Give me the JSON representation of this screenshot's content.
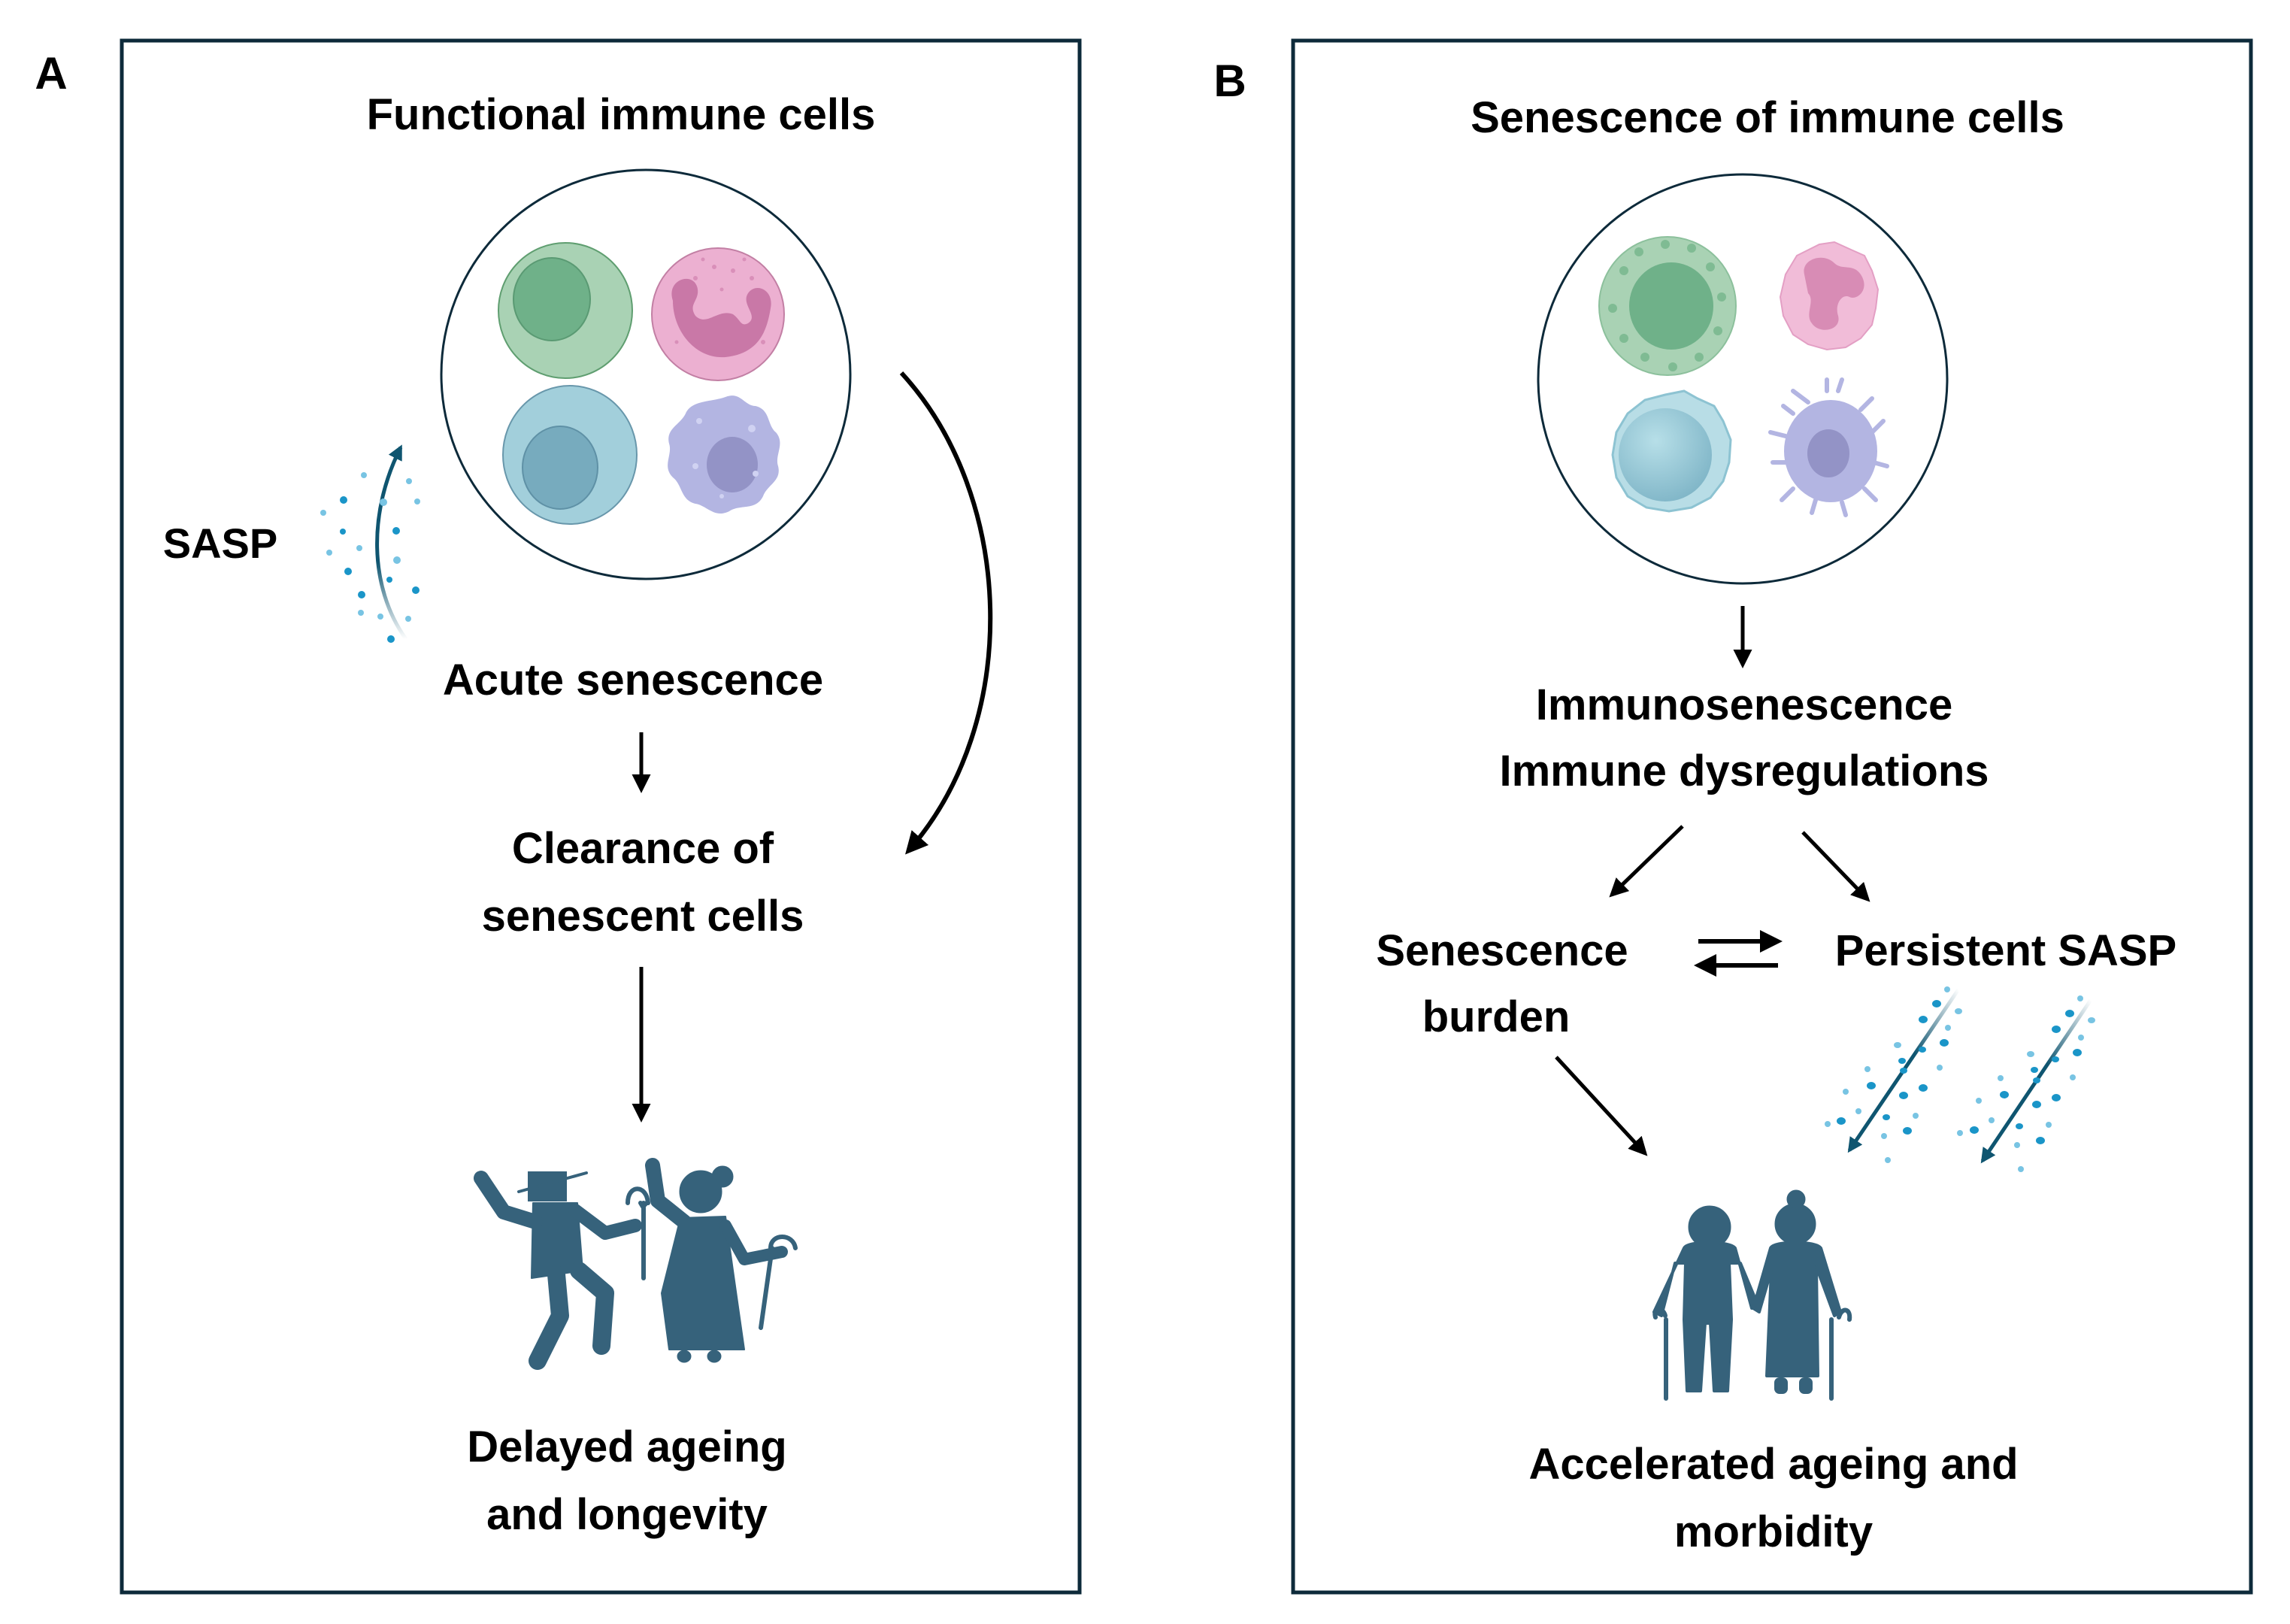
{
  "colors": {
    "frame": "#0d2a3a",
    "arrow": "#000000",
    "sasp_arrow": "#0f5570",
    "people": "#36627b",
    "particle_dark": "#1a95c8",
    "particle_light": "#78c4e3",
    "lymphocyte_outer": "#a9d2b4",
    "lymphocyte_nucleus": "#6fb189",
    "neutrophil_outer": "#ecb0d1",
    "neutrophil_nucleus": "#c978a7",
    "monocyte_outer": "#a2cfdb",
    "monocyte_nucleus": "#77abbe",
    "dendritic_outer": "#b3b5e2",
    "dendritic_nucleus": "#9393c6"
  },
  "panel_a": {
    "label": "A",
    "title": "Functional immune cells",
    "cells": [
      "lymphocyte",
      "neutrophil",
      "monocyte",
      "dendritic cell"
    ],
    "sasp_label": "SASP",
    "step1": "Acute senescence",
    "step2_line1": "Clearance of",
    "step2_line2": "senescent cells",
    "outcome_line1": "Delayed ageing",
    "outcome_line2": "and longevity",
    "people_icon": "dancing-elderly-couple-icon"
  },
  "panel_b": {
    "label": "B",
    "title": "Senescence of immune cells",
    "cells": [
      "senescent lymphocyte",
      "senescent neutrophil",
      "senescent monocyte",
      "senescent dendritic cell"
    ],
    "node1_line1": "Immunosenescence",
    "node1_line2": "Immune dysregulations",
    "left_node_line1": "Senescence",
    "left_node_line2": "burden",
    "right_node": "Persistent SASP",
    "outcome_line1": "Accelerated ageing and",
    "outcome_line2": "morbidity",
    "people_icon": "elderly-couple-with-canes-icon"
  }
}
